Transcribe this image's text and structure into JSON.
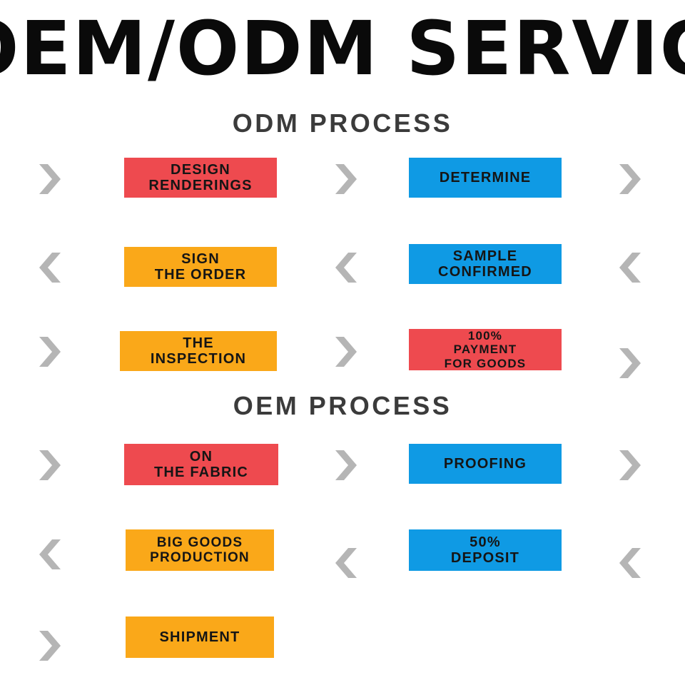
{
  "banner": {
    "title": "OEM/ODM SERVICE",
    "visible_text": "EM/ODM SERVIC"
  },
  "colors": {
    "red": "#ee4a4f",
    "orange": "#faa819",
    "blue": "#0f9ae4",
    "arrow_gray": "#b5b5b5",
    "heading_gray": "#3b3b3b",
    "box_text": "#151515",
    "background": "#ffffff"
  },
  "sections": [
    {
      "heading": "ODM PROCESS",
      "rows": [
        {
          "direction": "right",
          "arrow_left": "chevron-right-icon",
          "arrow_mid": "chevron-right-icon",
          "arrow_right": "chevron-right-icon",
          "box1": {
            "label": "DESIGN\nRENDERINGS",
            "line1": "DESIGN",
            "line2": "RENDERINGS",
            "color": "red"
          },
          "box2": {
            "label": "DETERMINE",
            "line1": "DETERMINE",
            "line2": "",
            "color": "blue"
          }
        },
        {
          "direction": "left",
          "arrow_left": "chevron-left-icon",
          "arrow_mid": "chevron-left-icon",
          "arrow_right": "chevron-left-icon",
          "box1": {
            "label": "SIGN\nTHE ORDER",
            "line1": "SIGN",
            "line2": "THE ORDER",
            "color": "orange"
          },
          "box2": {
            "label": "SAMPLE\nCONFIRMED",
            "line1": "SAMPLE",
            "line2": "CONFIRMED",
            "color": "blue"
          }
        },
        {
          "direction": "right",
          "arrow_left": "chevron-right-icon",
          "arrow_mid": "chevron-right-icon",
          "arrow_right": "chevron-right-icon",
          "box1": {
            "label": "THE\nINSPECTION",
            "line1": "THE",
            "line2": "INSPECTION",
            "color": "orange"
          },
          "box2": {
            "label": "100%\nPAYMENT\nFOR GOODS",
            "line1": "100%",
            "line2": "PAYMENT",
            "line3": "FOR GOODS",
            "color": "red"
          }
        }
      ]
    },
    {
      "heading": "OEM PROCESS",
      "rows": [
        {
          "direction": "right",
          "arrow_left": "chevron-right-icon",
          "arrow_mid": "chevron-right-icon",
          "arrow_right": "chevron-right-icon",
          "box1": {
            "label": "ON\nTHE FABRIC",
            "line1": "ON",
            "line2": "THE FABRIC",
            "color": "red"
          },
          "box2": {
            "label": "PROOFING",
            "line1": "PROOFING",
            "line2": "",
            "color": "blue"
          }
        },
        {
          "direction": "left",
          "arrow_left": "chevron-left-icon",
          "arrow_mid": "chevron-left-icon",
          "arrow_right": "chevron-left-icon",
          "box1": {
            "label": "BIG GOODS\nPRODUCTION",
            "line1": "BIG GOODS",
            "line2": "PRODUCTION",
            "color": "orange"
          },
          "box2": {
            "label": "50%\nDEPOSIT",
            "line1": "50%",
            "line2": "DEPOSIT",
            "color": "blue"
          }
        },
        {
          "direction": "right",
          "arrow_left": "chevron-right-icon",
          "arrow_mid": "",
          "arrow_right": "",
          "box1": {
            "label": "SHIPMENT",
            "line1": "SHIPMENT",
            "line2": "",
            "color": "orange"
          },
          "box2": {
            "label": "",
            "line1": "",
            "line2": "",
            "color": ""
          }
        }
      ]
    }
  ]
}
